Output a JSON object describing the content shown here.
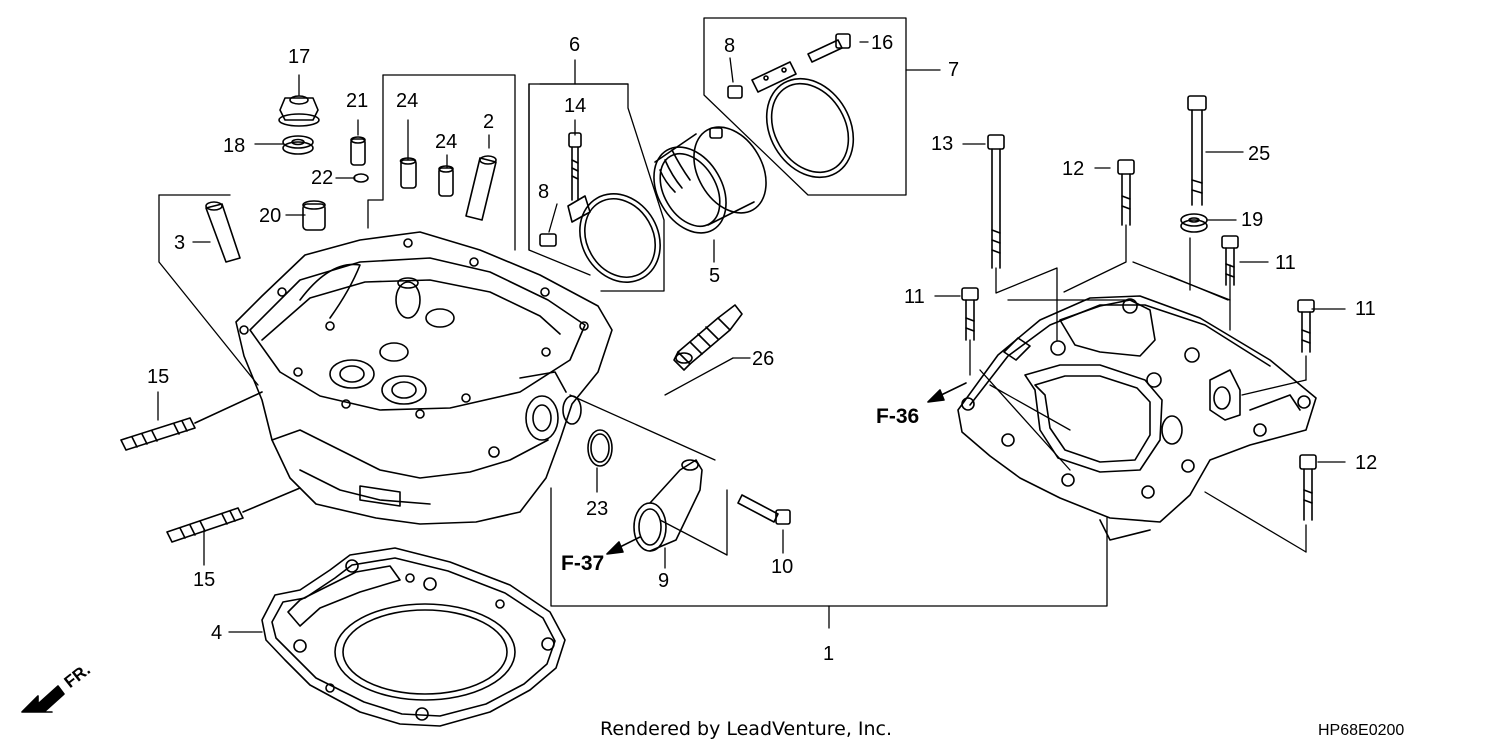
{
  "diagram": {
    "callouts": {
      "c1": "1",
      "c2": "2",
      "c3": "3",
      "c4": "4",
      "c5": "5",
      "c6": "6",
      "c7": "7",
      "c8a": "8",
      "c8b": "8",
      "c9": "9",
      "c10": "10",
      "c11a": "11",
      "c11b": "11",
      "c11c": "11",
      "c12a": "12",
      "c12b": "12",
      "c13": "13",
      "c14": "14",
      "c15a": "15",
      "c15b": "15",
      "c16": "16",
      "c17": "17",
      "c18": "18",
      "c19": "19",
      "c20": "20",
      "c21": "21",
      "c22": "22",
      "c23": "23",
      "c24a": "24",
      "c24b": "24",
      "c25": "25",
      "c26": "26"
    },
    "refs": {
      "f36": "F-36",
      "f37": "F-37"
    },
    "front_label": "FR.",
    "footer_text": "Rendered by LeadVenture, Inc.",
    "diagram_code": "HP68E0200"
  }
}
